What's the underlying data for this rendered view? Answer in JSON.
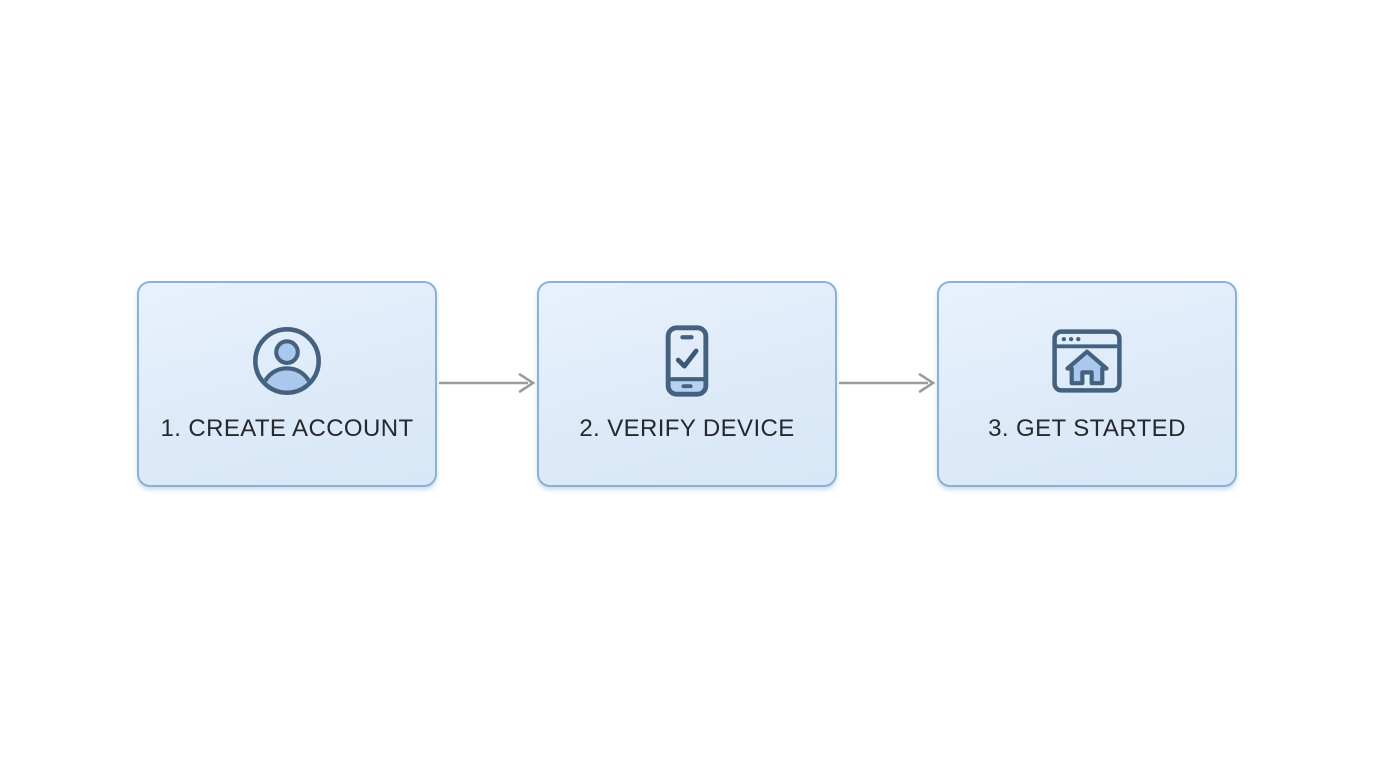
{
  "diagram": {
    "type": "horizontal-step-flow",
    "step_count": 3
  },
  "steps": [
    {
      "label": "1. CREATE ACCOUNT",
      "icon": "user-circle-icon"
    },
    {
      "label": "2. VERIFY DEVICE",
      "icon": "phone-check-icon"
    },
    {
      "label": "3. GET STARTED",
      "icon": "browser-home-icon"
    }
  ],
  "connectors": [
    {
      "from": "1. CREATE ACCOUNT",
      "to": "2. VERIFY DEVICE",
      "type": "arrow-right"
    },
    {
      "from": "2. VERIFY DEVICE",
      "to": "3. GET STARTED",
      "type": "arrow-right"
    }
  ],
  "colors": {
    "page_background": "#ffffff",
    "box_fill": "#deebf8",
    "box_border": "#8ab1d7",
    "icon_stroke": "#44627f",
    "icon_fill": "#a9c8ec",
    "arrow": "#9b9b9b",
    "label_text": "#25282d"
  }
}
